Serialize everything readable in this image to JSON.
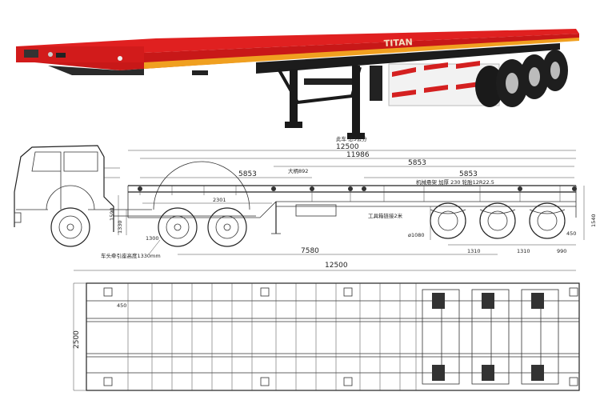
{
  "photo": {
    "brand_text": "TITAN",
    "deck_color": "#e02020",
    "stripe_color": "#f0a020",
    "chassis_color": "#1a1a1a",
    "note": "此车"
  },
  "colors": {
    "line": "#333333",
    "background": "#ffffff",
    "reflector_red": "#d42020"
  },
  "side_view": {
    "dims": {
      "overall": "12500",
      "deck": "11986",
      "seg_left": "5853",
      "seg_top_right": "5853",
      "seg_right": "5853",
      "kingpin": "2301",
      "height_deck": "1590",
      "height_lower": "1330",
      "kingpin_offset": "1300",
      "axle_front": "7580",
      "axle_spacing_1": "1310",
      "axle_spacing_2": "1310",
      "rear_overhang": "990",
      "tire_dia": "ø1080",
      "rear_height": "1540",
      "rear_low": "450"
    },
    "labels": {
      "spare_tire": "大柄892",
      "suspension_note": "机械悬架 加厚 230  轮胎12R22.5",
      "toolbox_note": "工具箱链接2米",
      "fifth_wheel_note": "车头牵引座高度1330mm",
      "top_note": "此车  总3公分"
    }
  },
  "plan_view": {
    "dims": {
      "overall": "12500",
      "width": "2500",
      "lock_offset": "450"
    }
  }
}
